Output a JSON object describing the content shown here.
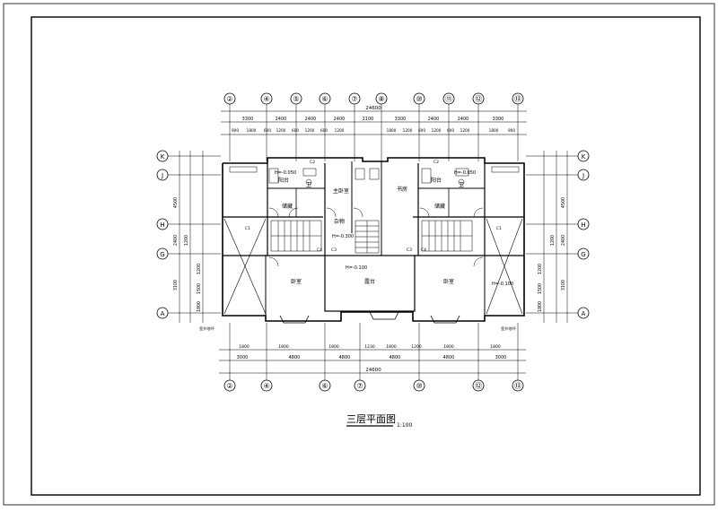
{
  "drawing": {
    "title": "三层平面图",
    "scale": "1:100"
  },
  "dimensions": {
    "overall": "24600",
    "top_segments": [
      "3300",
      "2400",
      "2400",
      "2400",
      "2100",
      "3300",
      "2400",
      "2400",
      "3300"
    ],
    "top_openings": [
      "900",
      "1800",
      "600",
      "1200",
      "600",
      "1200",
      "600",
      "1200",
      "1800",
      "1200",
      "600",
      "1200",
      "600",
      "1200",
      "1800",
      "900"
    ],
    "bottom_openings": [
      "1800",
      "1800",
      "1800",
      "1230",
      "1800",
      "1200",
      "1800",
      "1800"
    ],
    "bottom_segments": [
      "3000",
      "4800",
      "4800",
      "4800",
      "4800",
      "3000"
    ],
    "left_side": [
      "4500",
      "1200",
      "2400",
      "3100",
      "1200",
      "1500",
      "1800"
    ],
    "right_side": [
      "4500",
      "1200",
      "2400",
      "3100",
      "1200",
      "1500",
      "1800"
    ]
  },
  "axes": {
    "top": [
      "②",
      "④",
      "⑤",
      "⑥",
      "⑦",
      "⑧",
      "⑩",
      "⑪",
      "⑫",
      "⑬"
    ],
    "bottom": [
      "②",
      "④",
      "⑥",
      "⑦",
      "⑩",
      "⑫",
      "⑬"
    ],
    "left": [
      "K",
      "J",
      "H",
      "G",
      "A"
    ],
    "right": [
      "K",
      "J",
      "H",
      "G",
      "A"
    ]
  },
  "rooms": {
    "master_bedroom": "主卧室",
    "bedroom_left": "卧室",
    "bedroom_right": "卧室",
    "terrace": "露台",
    "balcony_left": "阳台",
    "balcony_right": "阳台",
    "storage_left": "储藏",
    "storage_right": "储藏",
    "study": "书房",
    "bath_left": "卫",
    "bath_right": "卫",
    "utility": "杂物"
  },
  "levels": {
    "terrace": "H=-0.100",
    "upper_left": "H=-0.050",
    "upper_right": "H=-0.050",
    "mid_left": "H=-0.300",
    "balcony_right": "H=-0.100"
  },
  "windows": [
    "C1",
    "C2",
    "C3",
    "C4",
    "C3",
    "C4",
    "C1",
    "C2"
  ],
  "notes": [
    "室外地坪",
    "室外地坪"
  ]
}
